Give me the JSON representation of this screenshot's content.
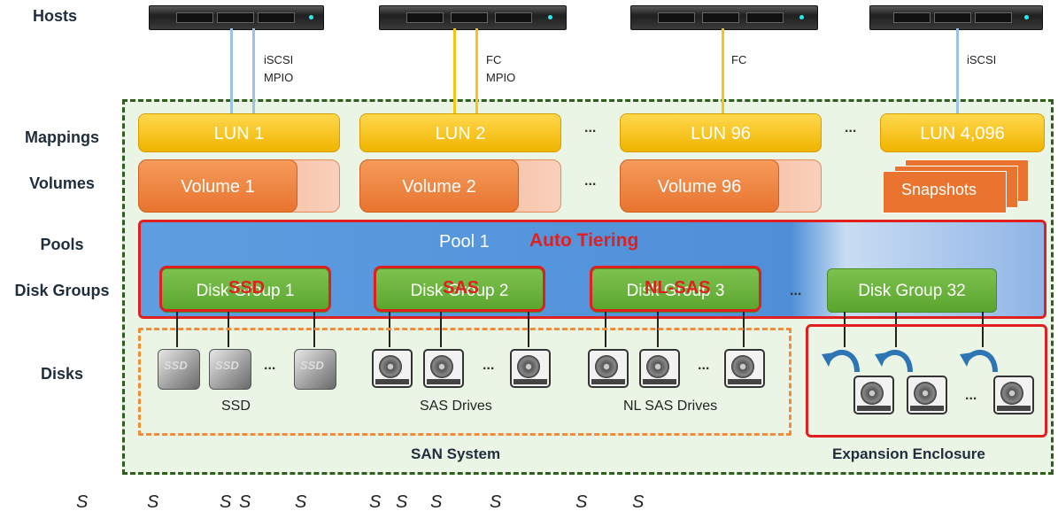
{
  "row_labels": {
    "hosts": "Hosts",
    "mappings": "Mappings",
    "volumes": "Volumes",
    "pools": "Pools",
    "disk_groups": "Disk Groups",
    "disks": "Disks"
  },
  "connections": [
    {
      "line1": "iSCSI",
      "line2": "MPIO"
    },
    {
      "line1": "FC",
      "line2": "MPIO"
    },
    {
      "line1": "FC",
      "line2": ""
    },
    {
      "line1": "iSCSI",
      "line2": ""
    }
  ],
  "luns": [
    "LUN 1",
    "LUN 2",
    "LUN 96",
    "LUN 4,096"
  ],
  "volumes": [
    "Volume 1",
    "Volume 2",
    "Volume 96"
  ],
  "snapshots": "Snapshots",
  "ellipsis": "...",
  "pool": {
    "title": "Pool 1",
    "auto_tiering": "Auto Tiering"
  },
  "disk_groups": [
    "Disk Group 1",
    "Disk Group 2",
    "Disk Group 3",
    "Disk Group 32"
  ],
  "disk_group_types": [
    "SSD",
    "SAS",
    "NL-SAS"
  ],
  "ssd_label": "SSD",
  "disk_captions": {
    "ssd": "SSD",
    "sas": "SAS Drives",
    "nlsas": "NL SAS Drives"
  },
  "system_labels": {
    "san": "SAN System",
    "expansion": "Expansion  Enclosure"
  },
  "footer_letters": [
    "S",
    "S",
    "S",
    "S",
    "S",
    "S",
    "S",
    "S",
    "S",
    "S",
    "S"
  ],
  "colors": {
    "lun": "#f0b400",
    "volume": "#e8742f",
    "pool": "#4f8fd8",
    "disk_group": "#5aa52e",
    "highlight": "#e02020",
    "iscsi_link": "#9cc3e6",
    "fc_link": "#f5c518"
  }
}
